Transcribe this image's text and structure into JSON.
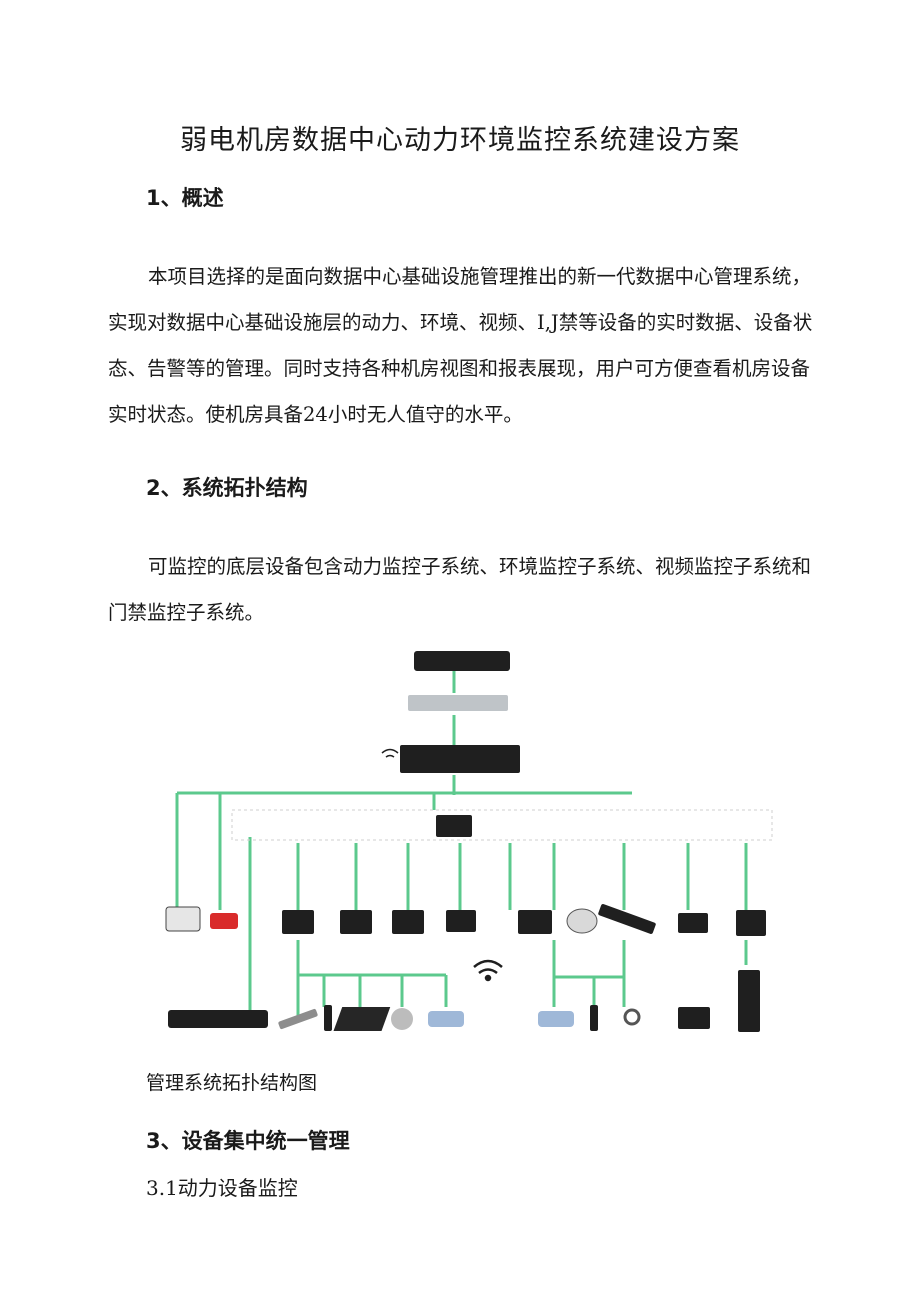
{
  "doc": {
    "title": "弱电机房数据中心动力环境监控系统建设方案",
    "sections": [
      {
        "heading": "1、概述",
        "paragraph": "本项目选择的是面向数据中心基础设施管理推出的新一代数据中心管理系统，实现对数据中心基础设施层的动力、环境、视频、I,J禁等设备的实时数据、设备状态、告警等的管理。同时支持各种机房视图和报表展现，用户可方便查看机房设备实时状态。使机房具备24小时无人值守的水平。"
      },
      {
        "heading": "2、系统拓扑结构",
        "paragraph": "可监控的底层设备包含动力监控子系统、环境监控子系统、视频监控子系统和门禁监控子系统。"
      },
      {
        "heading": "3、设备集中统一管理"
      }
    ],
    "figure_caption": "管理系统拓扑结构图",
    "subheading": "3.1动力设备监控"
  },
  "colors": {
    "line": "#5cc98d",
    "device": "#1f1f1f",
    "accent_red": "#d92b2b"
  }
}
